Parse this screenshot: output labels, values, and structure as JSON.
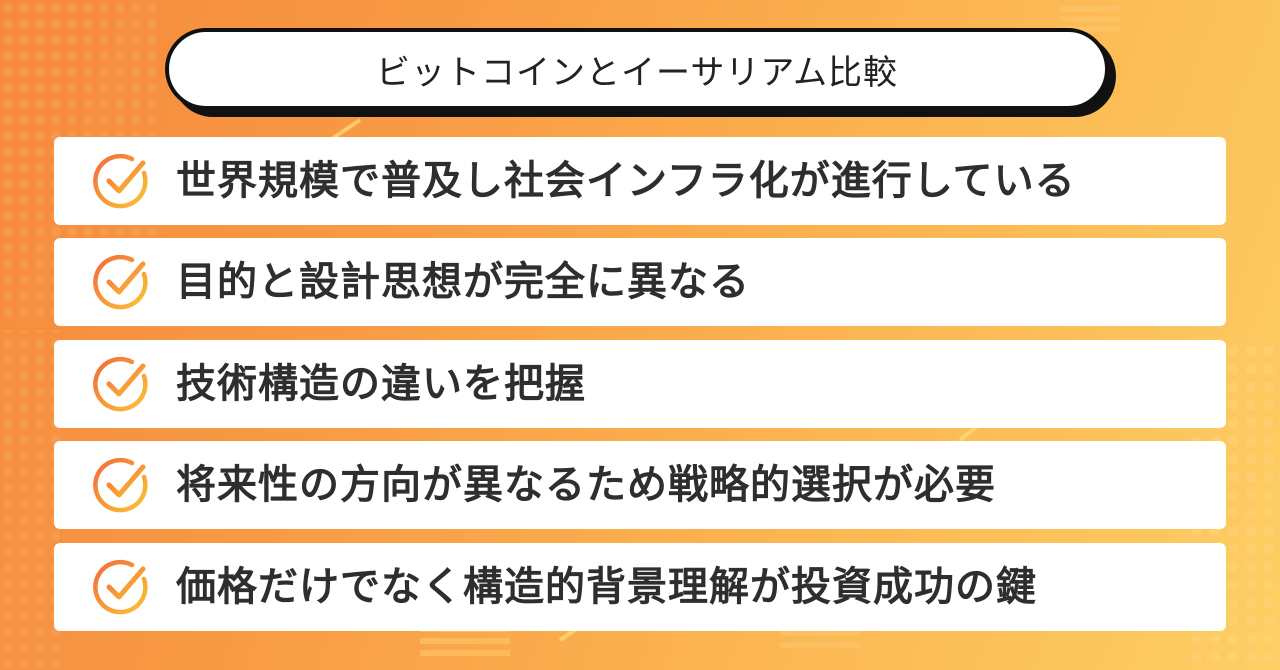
{
  "title": "ビットコインとイーサリアム比較",
  "items": [
    {
      "text": "世界規模で普及し社会インフラ化が進行している",
      "icon": "check-circle-icon"
    },
    {
      "text": "目的と設計思想が完全に異なる",
      "icon": "check-circle-icon"
    },
    {
      "text": "技術構造の違いを把握",
      "icon": "check-circle-icon"
    },
    {
      "text": "将来性の方向が異なるため戦略的選択が必要",
      "icon": "check-circle-icon"
    },
    {
      "text": "価格だけでなく構造的背景理解が投資成功の鍵",
      "icon": "check-circle-icon"
    }
  ],
  "colors": {
    "background_start": "#f58a3c",
    "background_end": "#fdcf64",
    "check_start": "#f36b3b",
    "check_end": "#fbc334",
    "text": "#2e2e2e",
    "outline": "#111111"
  }
}
